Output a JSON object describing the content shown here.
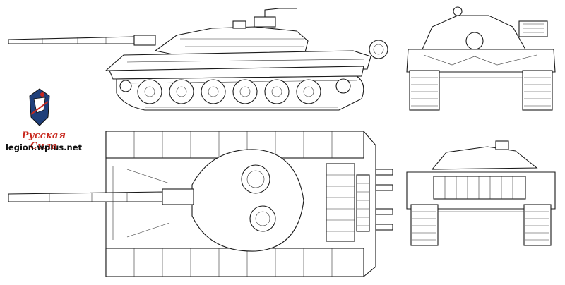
{
  "brand": {
    "title": "Русская Сила",
    "url": "legion.wplus.net"
  },
  "colors": {
    "line": "#1a1a1a",
    "brand_red": "#c8281e",
    "emblem_blue": "#1f3f7a",
    "background": "#ffffff"
  },
  "views": [
    {
      "id": "side",
      "icon": "tank-side-view-icon"
    },
    {
      "id": "front",
      "icon": "tank-front-view-icon"
    },
    {
      "id": "top",
      "icon": "tank-top-view-icon"
    },
    {
      "id": "rear",
      "icon": "tank-rear-view-icon"
    }
  ],
  "logo": {
    "icon": "st-george-emblem-icon"
  }
}
